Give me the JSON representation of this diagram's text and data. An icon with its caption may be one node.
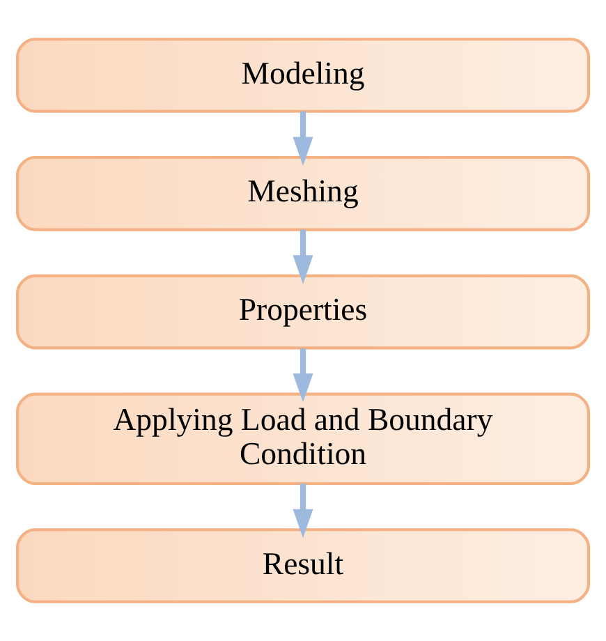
{
  "diagram": {
    "nodes": [
      {
        "text": [
          "Modeling"
        ]
      },
      {
        "text": [
          "Meshing"
        ]
      },
      {
        "text": [
          "Properties"
        ]
      },
      {
        "text": [
          "Applying Load and Boundary Condition"
        ]
      },
      {
        "text": [
          "Result"
        ]
      }
    ],
    "edges": [
      {
        "from": 0,
        "to": 1,
        "arrow": "to"
      },
      {
        "from": 1,
        "to": 2,
        "arrow": "to"
      },
      {
        "from": 2,
        "to": 3,
        "arrow": "to"
      },
      {
        "from": 3,
        "to": 4,
        "arrow": "to"
      }
    ]
  }
}
